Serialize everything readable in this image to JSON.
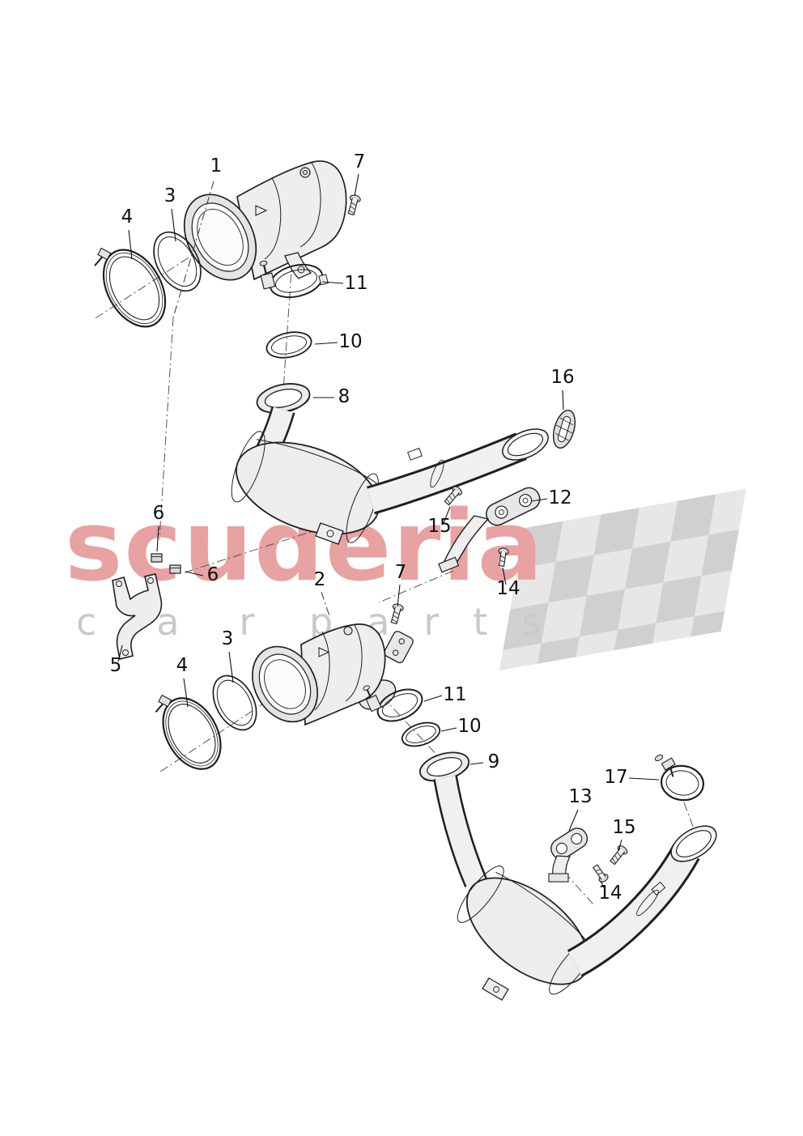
{
  "watermark": {
    "brand": "scuderia",
    "sub_left": "car",
    "sub_right": "parts",
    "brand_color": "#e8a2a2",
    "sub_color": "#c9c9c9",
    "flag_dark": "#d0d0d0",
    "flag_light": "#e7e7e7"
  },
  "callouts": [
    {
      "label": "1"
    },
    {
      "label": "7"
    },
    {
      "label": "3"
    },
    {
      "label": "4"
    },
    {
      "label": "11"
    },
    {
      "label": "10"
    },
    {
      "label": "8"
    },
    {
      "label": "16"
    },
    {
      "label": "15"
    },
    {
      "label": "12"
    },
    {
      "label": "14"
    },
    {
      "label": "6"
    },
    {
      "label": "6"
    },
    {
      "label": "5"
    },
    {
      "label": "2"
    },
    {
      "label": "7"
    },
    {
      "label": "3"
    },
    {
      "label": "4"
    },
    {
      "label": "11"
    },
    {
      "label": "10"
    },
    {
      "label": "9"
    },
    {
      "label": "17"
    },
    {
      "label": "13"
    },
    {
      "label": "15"
    },
    {
      "label": "14"
    }
  ]
}
